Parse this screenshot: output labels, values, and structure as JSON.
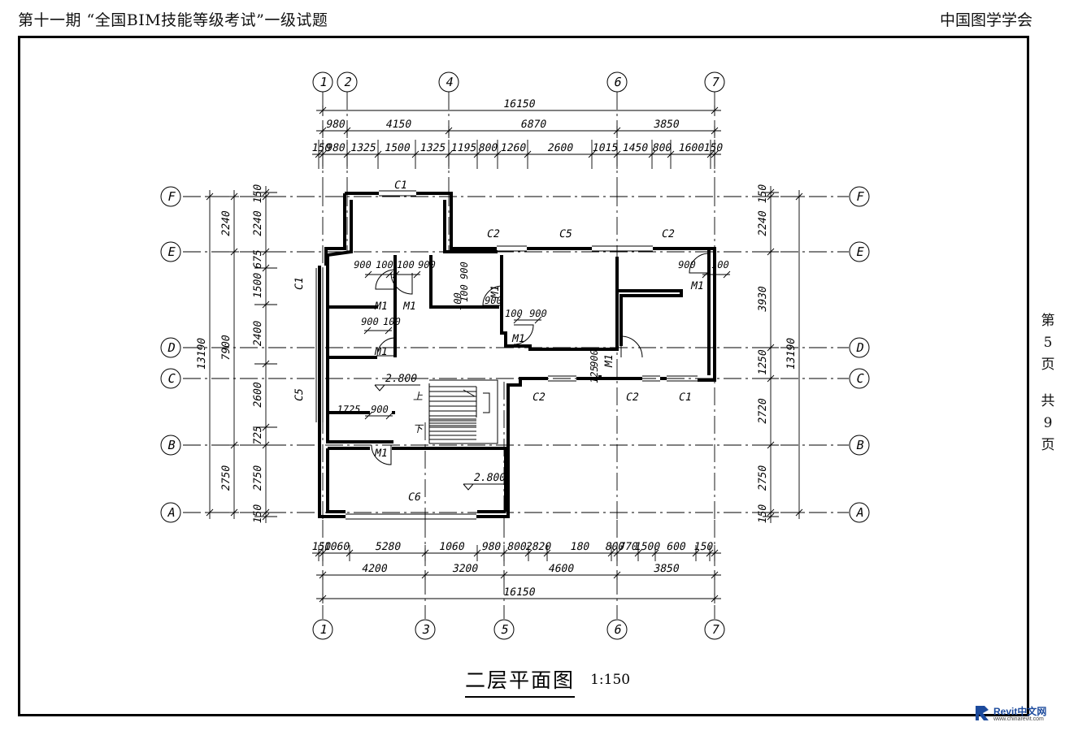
{
  "header": {
    "left_title": "第十一期 “全国BIM技能等级考试”一级试题",
    "right_title": "中国图学学会"
  },
  "page_indicator": [
    "第",
    "5",
    "页",
    "共",
    "9",
    "页"
  ],
  "drawing": {
    "title": "二层平面图",
    "scale": "1:150",
    "grid_columns": [
      "1",
      "2",
      "3",
      "4",
      "5",
      "6",
      "7"
    ],
    "grid_rows": [
      "A",
      "B",
      "C",
      "D",
      "E",
      "F"
    ],
    "elevation": "2.800",
    "window_tags": [
      "C1",
      "C2",
      "C5",
      "C6"
    ],
    "door_tags": [
      "M1"
    ],
    "stair_marks": [
      "上",
      "下"
    ],
    "dims_top_total": "16150",
    "dims_top_axis": [
      "980",
      "4150",
      "6870",
      "3850"
    ],
    "dims_top_detail": [
      "150",
      "980",
      "1325",
      "1500",
      "1325",
      "1195",
      "800",
      "1260",
      "2600",
      "1015",
      "1450",
      "800",
      "1600",
      "150"
    ],
    "dims_bottom_detail": [
      "150",
      "1060",
      "5280",
      "1060",
      "980",
      "800",
      "2820",
      "180",
      "800",
      "770",
      "1500",
      "600",
      "150"
    ],
    "dims_bottom_axis": [
      "4200",
      "3200",
      "4600",
      "3850"
    ],
    "dims_bottom_total": "16150",
    "dims_left_total": "13190",
    "dims_left_axis": [
      "2240",
      "7900",
      "2750"
    ],
    "dims_left_detail": [
      "150",
      "2240",
      "675",
      "1500",
      "2400",
      "2600",
      "725",
      "2750",
      "150"
    ],
    "dims_right_total": "13190",
    "dims_right_detail": [
      "150",
      "2240",
      "3930",
      "1250",
      "2720",
      "2750",
      "150"
    ],
    "dims_interior": [
      "900",
      "100",
      "100",
      "900",
      "900",
      "100",
      "100",
      "900",
      "100",
      "900",
      "900",
      "100",
      "900",
      "100",
      "1725",
      "900",
      "900",
      "125"
    ]
  },
  "watermark": {
    "main": "Revit中文网",
    "sub": "www.chinarevit.com"
  }
}
